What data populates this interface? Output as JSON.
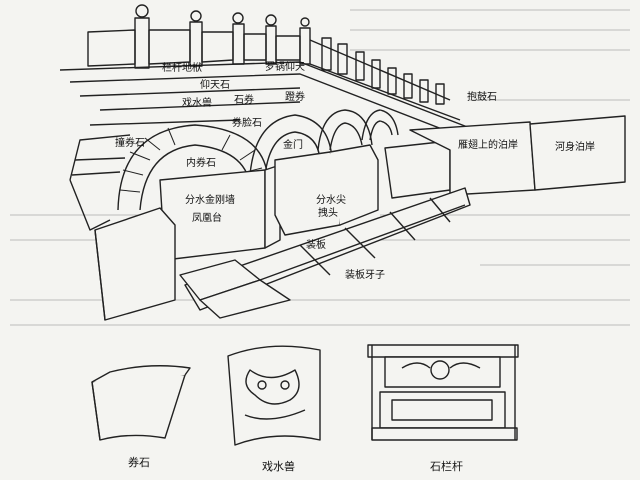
{
  "main_labels": {
    "railing_foundation": "栏杆地栿",
    "heavenly_stone": "仰天石",
    "luoguo_heaven": "罗锅仰天",
    "drum_stone": "抱鼓石",
    "xishui_beast": "戏水兽",
    "arch_stone": "石券",
    "arch_face_stone": "券脸石",
    "pier_cap": "蹬券",
    "wall_arch_stone": "撞券石",
    "inner_arch_stone": "内券石",
    "golden_gate": "金门",
    "wing_revetment": "雁翅上的泊岸",
    "river_revetment": "河身泊岸",
    "vajra_wall": "分水金刚墙",
    "phoenix_platform": "凤凰台",
    "cutwater_tip": "分水尖",
    "pier_head": "拽头",
    "paving_slab": "装板",
    "slab_tooth": "装板牙子"
  },
  "details": {
    "arch_stone_caption": "券石",
    "beast_caption": "戏水兽",
    "railing_caption": "石栏杆"
  }
}
